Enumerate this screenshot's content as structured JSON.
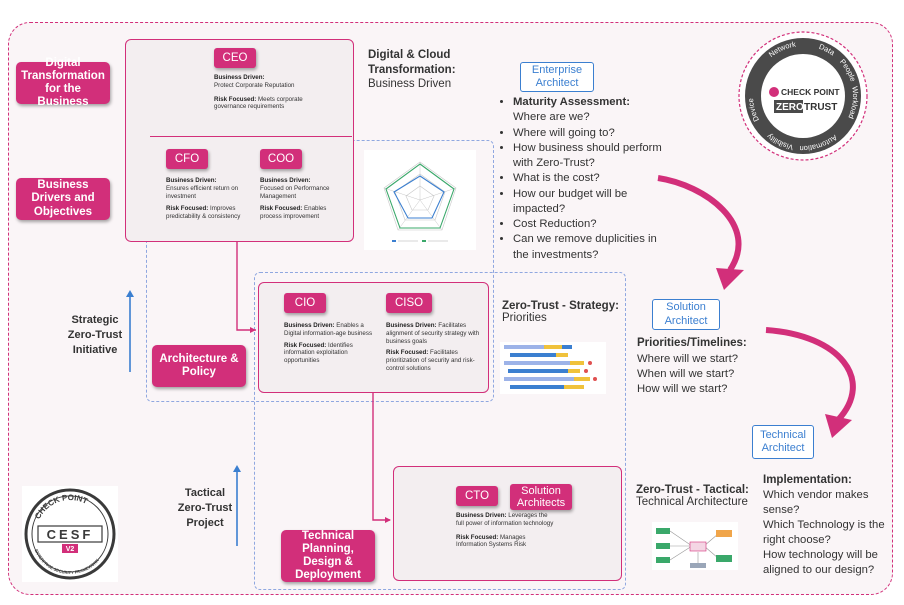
{
  "left_boxes": {
    "digital": "Digital Transformation for the Business",
    "drivers": "Business Drivers and Objectives",
    "architecture": "Architecture & Policy",
    "technical": "Technical Planning, Design & Deployment"
  },
  "left_labels": {
    "strategic": "Strategic Zero-Trust Initiative",
    "tactical": "Tactical Zero-Trust Project"
  },
  "roles": {
    "ceo": {
      "title": "CEO",
      "bd_label": "Business Driven:",
      "bd": "Protect Corporate Reputation",
      "rf_label": "Risk Focused:",
      "rf": "Meets corporate governance requirements"
    },
    "cfo": {
      "title": "CFO",
      "bd_label": "Business Driven:",
      "bd": "Ensures efficient return on investment",
      "rf_label": "Risk Focused:",
      "rf": "Improves predictability & consistency"
    },
    "coo": {
      "title": "COO",
      "bd_label": "Business Driven:",
      "bd": "Focused on Performance Management",
      "rf_label": "Risk Focused:",
      "rf": "Enables process improvement"
    },
    "cio": {
      "title": "CIO",
      "bd_label": "Business Driven:",
      "bd": "Enables a Digital information-age business",
      "rf_label": "Risk Focused:",
      "rf": "Identifies information exploitation opportunities"
    },
    "ciso": {
      "title": "CISO",
      "bd_label": "Business Driven:",
      "bd": "Facilitates alignment of security strategy with business goals",
      "rf_label": "Risk Focused:",
      "rf": "Facilitates prioritization of security and risk-control solutions"
    },
    "cto": {
      "title": "CTO",
      "extra": "Solution Architects",
      "bd_label": "Business Driven:",
      "bd": "Leverages the full power of information technology",
      "rf_label": "Risk Focused:",
      "rf": "Manages Information Systems Risk"
    }
  },
  "digital_cloud": {
    "heading": "Digital & Cloud Transformation:",
    "sub": "Business Driven"
  },
  "zt_strategy": {
    "heading": "Zero-Trust - Strategy:",
    "sub": "Priorities"
  },
  "zt_tactical": {
    "heading": "Zero-Trust - Tactical:",
    "sub": "Technical Architecture"
  },
  "enterprise_architect": {
    "label": "Enterprise Architect",
    "heading": "Maturity Assessment:",
    "items": [
      "Where are we?",
      "Where will going to?",
      "How business should perform with Zero-Trust?",
      "What is the cost?",
      "How our budget will be impacted?",
      "Cost Reduction?",
      "Can we remove duplicities in the investments?"
    ]
  },
  "solution_architect": {
    "label": "Solution Architect",
    "heading": "Priorities/Timelines:",
    "lines": [
      "Where will we start?",
      "When will we start?",
      "How will we start?"
    ]
  },
  "technical_architect": {
    "label": "Technical Architect",
    "heading": "Implementation:",
    "lines": [
      "Which vendor makes sense?",
      "Which Technology is the right choose?",
      "How technology will be aligned to our design?"
    ]
  },
  "logo": {
    "brand": "CHECK POINT",
    "product_a": "ZERO",
    "product_b": "TRUST",
    "ring": [
      "Data",
      "People",
      "Workload",
      "Automation",
      "Visibility",
      "Device",
      "Network"
    ]
  },
  "cesf": {
    "top": "CHECK POINT",
    "name": "CESF",
    "version": "V2",
    "bottom": "ENTERPRISE SECURITY FRAMEWORK"
  },
  "colors": {
    "accent": "#d22f7a",
    "blue": "#3b7fd0"
  }
}
